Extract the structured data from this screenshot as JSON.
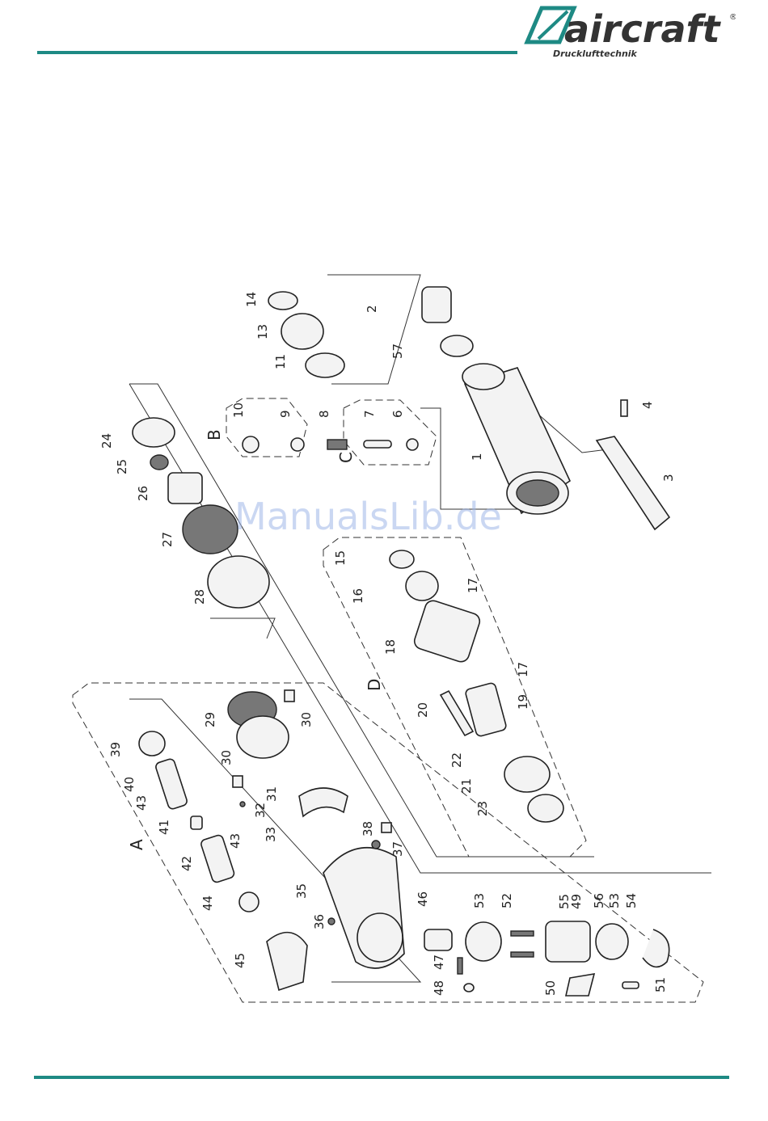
{
  "brand": {
    "name": "aircraft",
    "registered": "®",
    "tagline": "Drucklufttechnik"
  },
  "watermark": "ManualsLib.de",
  "colors": {
    "accent": "#1e8a84",
    "watermark": "#9fb6e8"
  },
  "groups": [
    "A",
    "B",
    "C",
    "D"
  ],
  "parts": [
    "1",
    "2",
    "3",
    "4",
    "6",
    "7",
    "8",
    "9",
    "10",
    "11",
    "13",
    "14",
    "15",
    "16",
    "17",
    "17",
    "18",
    "19",
    "20",
    "21",
    "22",
    "23",
    "24",
    "25",
    "26",
    "27",
    "28",
    "29",
    "30",
    "30",
    "31",
    "32",
    "33",
    "35",
    "36",
    "37",
    "38",
    "39",
    "40",
    "41",
    "42",
    "43",
    "43",
    "44",
    "45",
    "46",
    "47",
    "48",
    "49",
    "50",
    "51",
    "52",
    "53",
    "53",
    "54",
    "55",
    "56",
    "57"
  ]
}
